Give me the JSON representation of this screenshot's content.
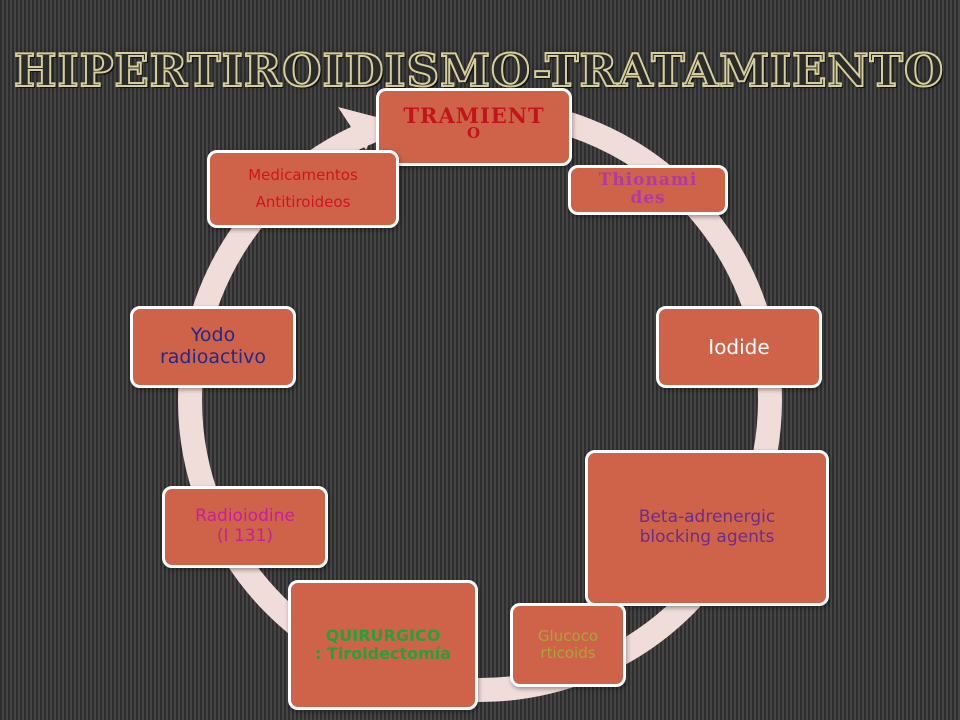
{
  "title": "HIPERTIROIDISMO-TRATAMIENTO",
  "colors": {
    "node_fill": "#cf6349",
    "node_border": "#ffffff",
    "ring": "#f0dcd9",
    "title_outline": "#d7cf9a"
  },
  "cycle_nodes": [
    {
      "lines": [
        "TRAMIENT",
        "O"
      ],
      "color": "#c3141b"
    },
    {
      "lines": [
        "Thionami",
        "des"
      ],
      "color": "#b03aa0"
    },
    {
      "lines": [
        "Iodide"
      ],
      "color": "#ffffff"
    },
    {
      "lines": [
        "Beta-adrenergic",
        "blocking agents"
      ],
      "color": "#6a2d8c"
    },
    {
      "lines": [
        "Glucoco",
        "rticoids"
      ],
      "color": "#a9a53a"
    },
    {
      "lines": [
        "QUIRURGICO",
        ": Tiroidectomía"
      ],
      "color": "#22a33a"
    },
    {
      "lines": [
        "Radioiodine",
        "(I 131)"
      ],
      "color": "#c51f9a"
    },
    {
      "lines": [
        "Yodo",
        "radioactivo"
      ],
      "color": "#1f2a8c"
    },
    {
      "lines": [
        "Medicamentos",
        "Antitiroideos"
      ],
      "color": "#d0141e"
    }
  ]
}
